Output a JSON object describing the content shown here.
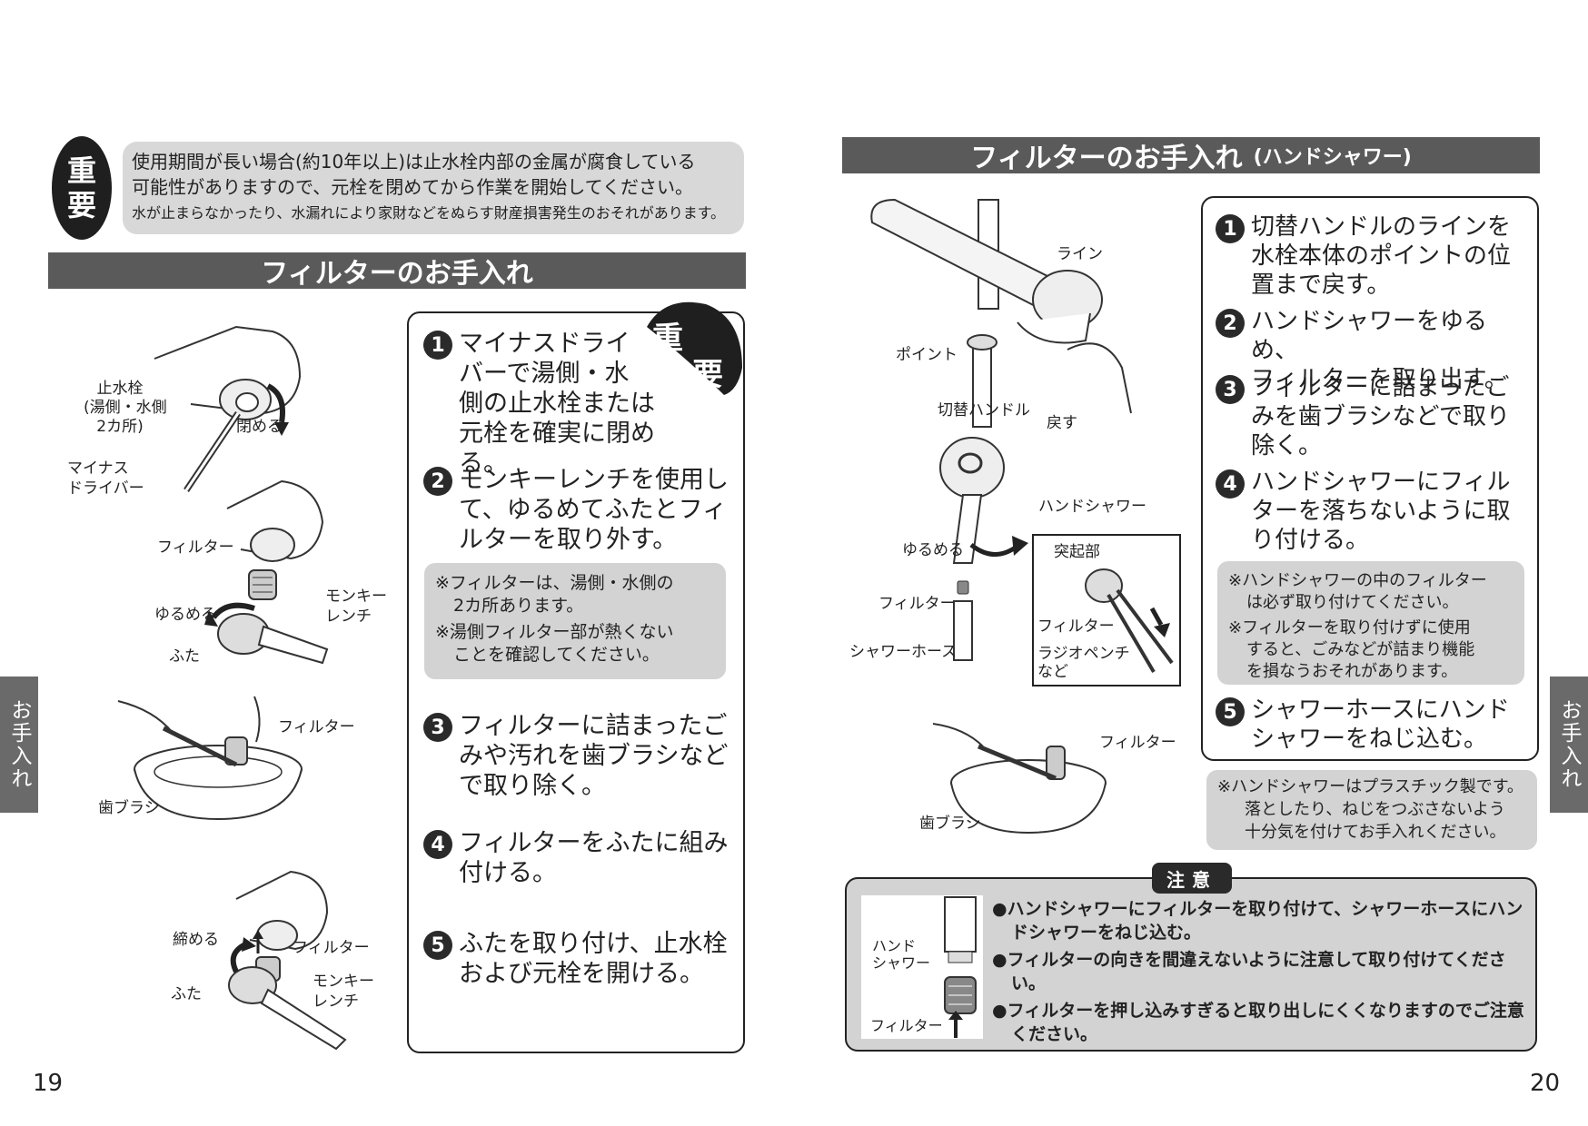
{
  "left": {
    "badge": [
      "重",
      "要"
    ],
    "warning": {
      "line1": "使用期間が長い場合(約10年以上)は止水栓内部の金属が腐食している",
      "line2": "可能性がありますので、元栓を閉めてから作業を開始してください。",
      "line3": "水が止まらなかったり、水漏れにより家財などをぬらす財産損害発生のおそれがあります。"
    },
    "title": "フィルターのお手入れ",
    "steps_badge": [
      "重",
      "要"
    ],
    "steps": [
      {
        "num": "1",
        "lines": [
          "マイナスドライ",
          "バーで湯側・水",
          "側の止水栓または",
          "元栓を確実に閉める。"
        ]
      },
      {
        "num": "2",
        "lines": [
          "モンキーレンチを使用し",
          "て、ゆるめてふたとフィ",
          "ルターを取り外す。"
        ]
      },
      {
        "num": "3",
        "lines": [
          "フィルターに詰まったご",
          "みや汚れを歯ブラシなど",
          "で取り除く。"
        ]
      },
      {
        "num": "4",
        "lines": [
          "フィルターをふたに組み",
          "付ける。"
        ]
      },
      {
        "num": "5",
        "lines": [
          "ふたを取り付け、止水栓",
          "および元栓を開ける。"
        ]
      }
    ],
    "notes": [
      [
        "※フィルターは、湯側・水側の",
        "2カ所あります。"
      ],
      [
        "※湯側フィルター部が熱くない",
        "ことを確認してください。"
      ]
    ],
    "labels": {
      "valve1": "止水栓",
      "valve2": "(湯側・水側",
      "valve3": "2カ所)",
      "close": "閉める",
      "driver1": "マイナス",
      "driver2": "ドライバー",
      "filter_a": "フィルター",
      "loosen": "ゆるめる",
      "wrench1_a": "モンキー",
      "wrench1_b": "レンチ",
      "cap_a": "ふた",
      "filter_b": "フィルター",
      "brush": "歯ブラシ",
      "tighten": "締める",
      "filter_c": "フィルター",
      "wrench2_a": "モンキー",
      "wrench2_b": "レンチ",
      "cap_b": "ふた"
    },
    "side_tab": "お手入れ",
    "page": "19"
  },
  "right": {
    "title": "フィルターのお手入れ",
    "title_sub": "(ハンドシャワー)",
    "steps": [
      {
        "num": "1",
        "lines": [
          "切替ハンドルのラインを",
          "水栓本体のポイントの位",
          "置まで戻す。"
        ]
      },
      {
        "num": "2",
        "lines": [
          "ハンドシャワーをゆるめ、",
          "フィルターを取り出す。"
        ]
      },
      {
        "num": "3",
        "lines": [
          "フィルターに詰まったご",
          "みを歯ブラシなどで取り",
          "除く。"
        ]
      },
      {
        "num": "4",
        "lines": [
          "ハンドシャワーにフィル",
          "ターを落ちないように取",
          "り付ける。"
        ]
      },
      {
        "num": "5",
        "lines": [
          "シャワーホースにハンド",
          "シャワーをねじ込む。"
        ]
      }
    ],
    "notes": [
      [
        "※ハンドシャワーの中のフィルター",
        "は必ず取り付けてください。"
      ],
      [
        "※フィルターを取り付けずに使用",
        "すると、ごみなどが詰まり機能",
        "を損なうおそれがあります。"
      ]
    ],
    "plastic_note": [
      "※ハンドシャワーはプラスチック製です。",
      "落としたり、ねじをつぶさないよう",
      "十分気を付けてお手入れください。"
    ],
    "labels": {
      "line": "ライン",
      "point": "ポイント",
      "handle": "切替ハンドル",
      "return": "戻す",
      "handshower": "ハンドシャワー",
      "loosen": "ゆるめる",
      "protrusion": "突起部",
      "filter_a": "フィルター",
      "filter_b": "フィルター",
      "pliers1": "ラジオペンチ",
      "pliers2": "など",
      "hose": "シャワーホース",
      "filter_c": "フィルター",
      "brush": "歯ブラシ"
    },
    "caution": {
      "tag": "注意",
      "items": [
        "●ハンドシャワーにフィルターを取り付けて、シャワーホースにハンドシャワーをねじ込む。",
        "●フィルターの向きを間違えないように注意して取り付けてください。",
        "●フィルターを押し込みすぎると取り出しにくくなりますのでご注意ください。"
      ],
      "label_hs1": "ハンド",
      "label_hs2": "シャワー",
      "label_filter": "フィルター"
    },
    "side_tab": "お手入れ",
    "page": "20"
  }
}
